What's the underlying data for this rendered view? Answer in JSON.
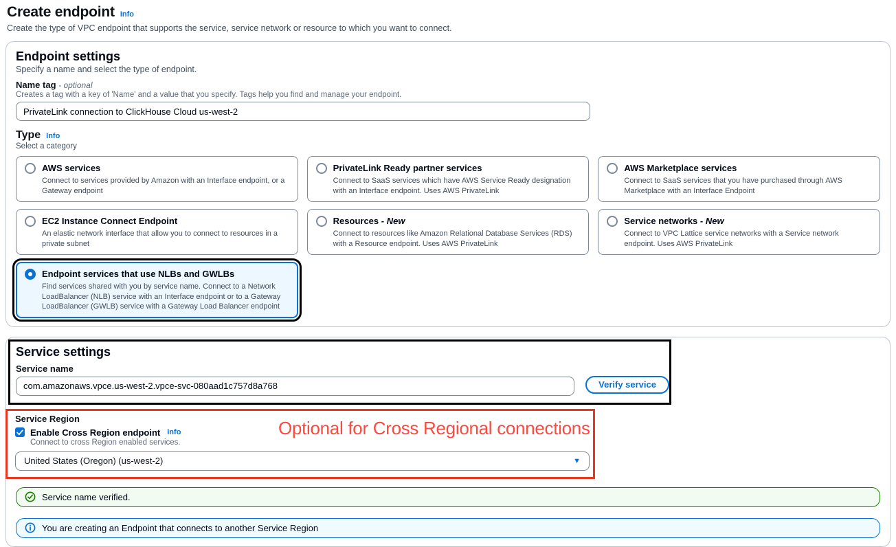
{
  "page": {
    "title": "Create endpoint",
    "info_label": "Info",
    "description": "Create the type of VPC endpoint that supports the service, service network or resource to which you want to connect."
  },
  "endpoint_settings": {
    "title": "Endpoint settings",
    "subtitle": "Specify a name and select the type of endpoint.",
    "name_tag": {
      "label": "Name tag",
      "optional_label": "- optional",
      "description": "Creates a tag with a key of 'Name' and a value that you specify. Tags help you find and manage your endpoint.",
      "value": "PrivateLink connection to ClickHouse Cloud us-west-2"
    },
    "type": {
      "label": "Type",
      "info_label": "Info",
      "subtitle": "Select a category",
      "options": [
        {
          "title": "AWS services",
          "suffix": "",
          "description": "Connect to services provided by Amazon with an Interface endpoint, or a Gateway endpoint",
          "selected": false
        },
        {
          "title": "PrivateLink Ready partner services",
          "suffix": "",
          "description": "Connect to SaaS services which have AWS Service Ready designation with an Interface endpoint. Uses AWS PrivateLink",
          "selected": false
        },
        {
          "title": "AWS Marketplace services",
          "suffix": "",
          "description": "Connect to SaaS services that you have purchased through AWS Marketplace with an Interface Endpoint",
          "selected": false
        },
        {
          "title": "EC2 Instance Connect Endpoint",
          "suffix": "",
          "description": "An elastic network interface that allow you to connect to resources in a private subnet",
          "selected": false
        },
        {
          "title": "Resources",
          "suffix": "- New",
          "description": "Connect to resources like Amazon Relational Database Services (RDS) with a Resource endpoint. Uses AWS PrivateLink",
          "selected": false
        },
        {
          "title": "Service networks",
          "suffix": "- New",
          "description": "Connect to VPC Lattice service networks with a Service network endpoint. Uses AWS PrivateLink",
          "selected": false
        },
        {
          "title": "Endpoint services that use NLBs and GWLBs",
          "suffix": "",
          "description": "Find services shared with you by service name. Connect to a Network LoadBalancer (NLB) service with an Interface endpoint or to a Gateway LoadBalancer (GWLB) service with a Gateway Load Balancer endpoint",
          "selected": true
        }
      ]
    }
  },
  "service_settings": {
    "title": "Service settings",
    "service_name": {
      "label": "Service name",
      "value": "com.amazonaws.vpce.us-west-2.vpce-svc-080aad1c757d8a768"
    },
    "verify_button_label": "Verify service",
    "service_region": {
      "label": "Service Region",
      "checkbox_label": "Enable Cross Region endpoint",
      "info_label": "Info",
      "checkbox_checked": true,
      "description": "Connect to cross Region enabled services.",
      "region_value": "United States (Oregon) (us-west-2)"
    },
    "annotation_text": "Optional for Cross Regional connections",
    "alerts": {
      "success": "Service name verified.",
      "info": "You are creating an Endpoint that connects to another Service Region"
    }
  },
  "colors": {
    "accent_blue": "#0972d3",
    "success_green": "#1d8102",
    "annotation_red": "#e7391f",
    "annotation_black": "#000000",
    "selected_card_bg": "#edf7ff",
    "success_bg": "#f1fbf2",
    "info_bg": "#f0fbff"
  }
}
